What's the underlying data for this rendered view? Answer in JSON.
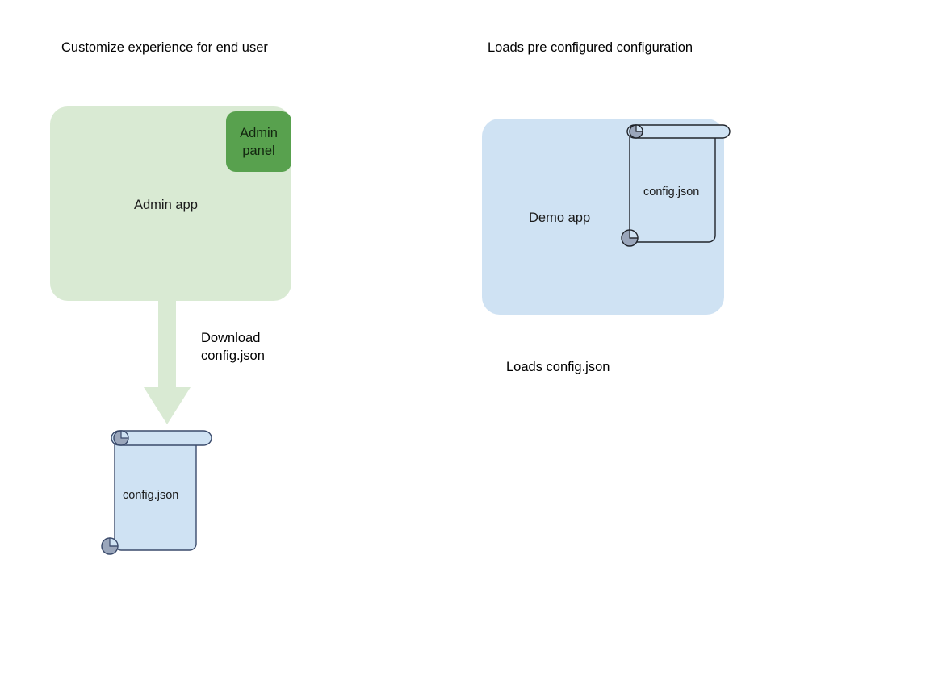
{
  "diagram": {
    "background_color": "#ffffff",
    "columns": [
      {
        "title": "Customize experience for end user",
        "app": {
          "label": "Admin app",
          "fill": "#d9ead3",
          "badge": {
            "label": "Admin\npanel",
            "fill": "#58a14e"
          }
        },
        "arrow": {
          "label": "Download\nconfig.json",
          "fill": "#d9ead3",
          "direction": "down"
        },
        "document": {
          "label": "config.json",
          "fill": "#cfe2f3",
          "stroke": "#3a4a6b",
          "roll_fill": "#9aa6bb"
        }
      },
      {
        "title": "Loads pre configured configuration",
        "app": {
          "label": "Demo app",
          "fill": "#cfe2f3"
        },
        "document": {
          "label": "config.json",
          "fill": "#cfe2f3",
          "stroke": "#20242b",
          "roll_fill": "#9aa6bb"
        },
        "caption": "Loads config.json"
      }
    ],
    "divider": {
      "style": "dotted",
      "color": "#9a9a9a",
      "orientation": "vertical"
    }
  }
}
